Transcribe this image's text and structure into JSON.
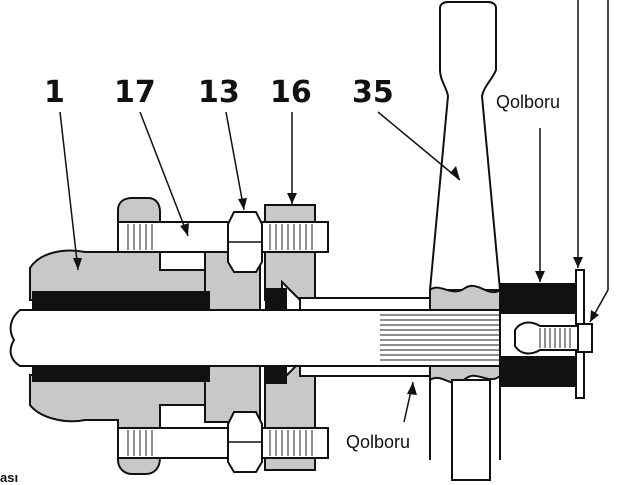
{
  "callouts": {
    "part_1": "1",
    "part_17": "17",
    "part_13": "13",
    "part_16": "16",
    "part_35": "35"
  },
  "labels": {
    "qolboru_top": "Qolboru",
    "qolboru_bottom": "Qolboru",
    "caption_fragment": "ası"
  },
  "colors": {
    "housing_fill": "#c8c8c8",
    "seal_fill": "#111111",
    "shaft_fill": "#ffffff",
    "outline": "#111111"
  }
}
